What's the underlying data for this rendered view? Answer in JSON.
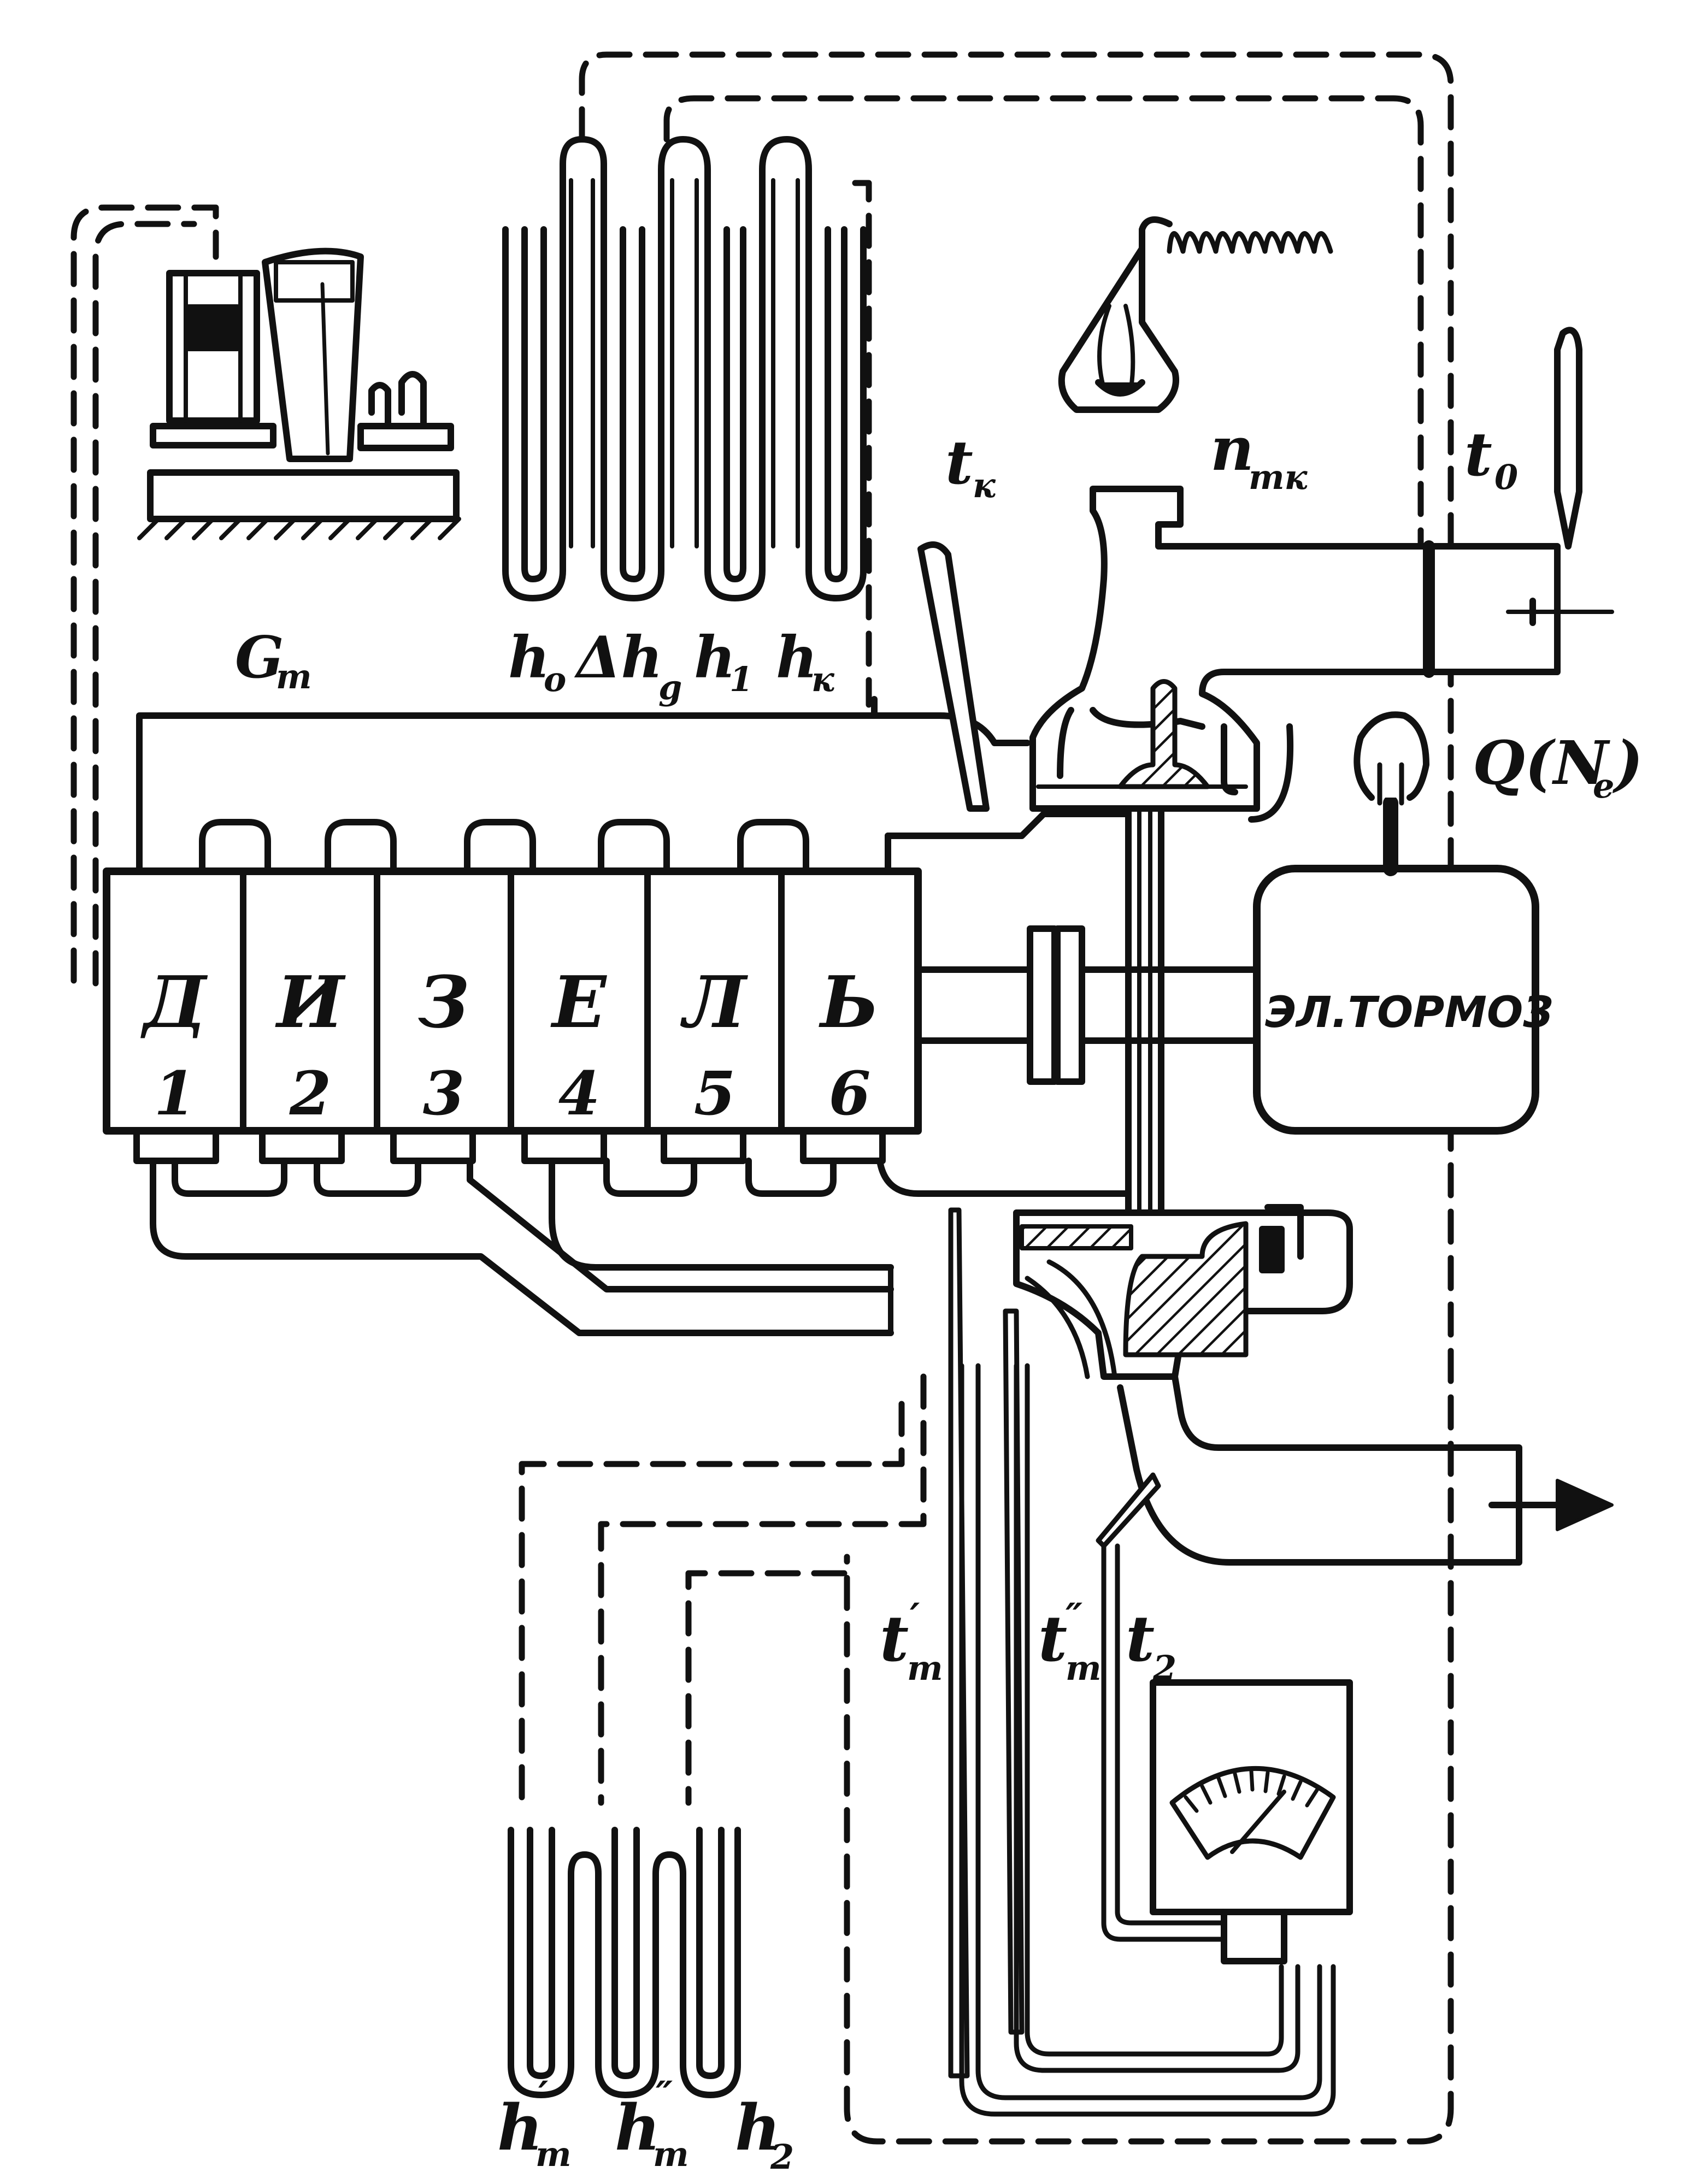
{
  "figure": {
    "labels": {
      "fuel_flow": {
        "main": "G",
        "sub": "т"
      },
      "h0": {
        "main": "h",
        "sub": "o"
      },
      "delta_hg": {
        "main": "Δh",
        "sub": "g"
      },
      "h1": {
        "main": "h",
        "sub": "1"
      },
      "hk": {
        "main": "h",
        "sub": "к"
      },
      "tk": {
        "main": "t",
        "sub": "к"
      },
      "ntk": {
        "main": "n",
        "sub": "тк"
      },
      "t0": {
        "main": "t",
        "sub": "0"
      },
      "power": "Q(N",
      "power_sub": "e",
      "power_close": ")",
      "brake": "ЭЛ.ТОРМОЗ",
      "t_t1": {
        "main": "t",
        "sub": "т",
        "prime": "′"
      },
      "t_t2": {
        "main": "t",
        "sub": "т",
        "prime": "″"
      },
      "t2": {
        "main": "t",
        "sub": "2"
      },
      "h_t1": {
        "main": "h",
        "sub": "т",
        "prime": "′"
      },
      "h_t2": {
        "main": "h",
        "sub": "т",
        "prime": "″"
      },
      "h2": {
        "main": "h",
        "sub": "2"
      }
    },
    "cylinders": [
      {
        "letter": "Д",
        "number": "1"
      },
      {
        "letter": "И",
        "number": "2"
      },
      {
        "letter": "З",
        "number": "3"
      },
      {
        "letter": "Е",
        "number": "4"
      },
      {
        "letter": "Л",
        "number": "5"
      },
      {
        "letter": "Ь",
        "number": "6"
      }
    ]
  }
}
